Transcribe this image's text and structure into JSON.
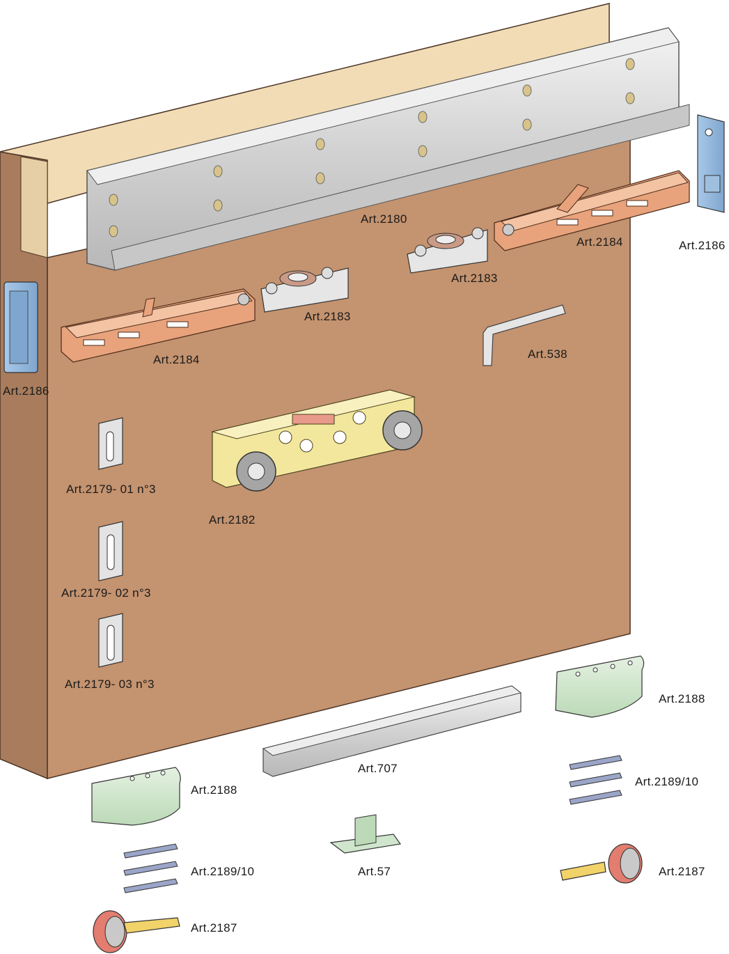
{
  "labels": {
    "rail_top": "Art.2180",
    "damper_right": "Art.2184",
    "endstop_right": "Art.2186",
    "trolley_right": "Art.2183",
    "trolley_left": "Art.2183",
    "damper_left": "Art.2184",
    "endstop_left": "Art.2186",
    "allen_key": "Art.538",
    "bracket_1": "Art.2179- 01 n°3",
    "carriage": "Art.2182",
    "bracket_2": "Art.2179- 02 n°3",
    "bracket_3": "Art.2179- 03 n°3",
    "bottom_rail": "Art.707",
    "cover_right": "Art.2188",
    "cover_left": "Art.2188",
    "shims_right": "Art.2189/10",
    "shims_left": "Art.2189/10",
    "floor_guide": "Art.57",
    "wheel_right": "Art.2187",
    "wheel_left": "Art.2187"
  },
  "colors": {
    "panel": "#c4936f",
    "panel_edge": "#a87c5c",
    "wood_top": "#f2dcb5",
    "rail": "#d9d9d9",
    "orange": "#e8a37c",
    "blue": "#8fb4d9",
    "yellow": "#f2e79c",
    "green": "#cfe6cd"
  }
}
